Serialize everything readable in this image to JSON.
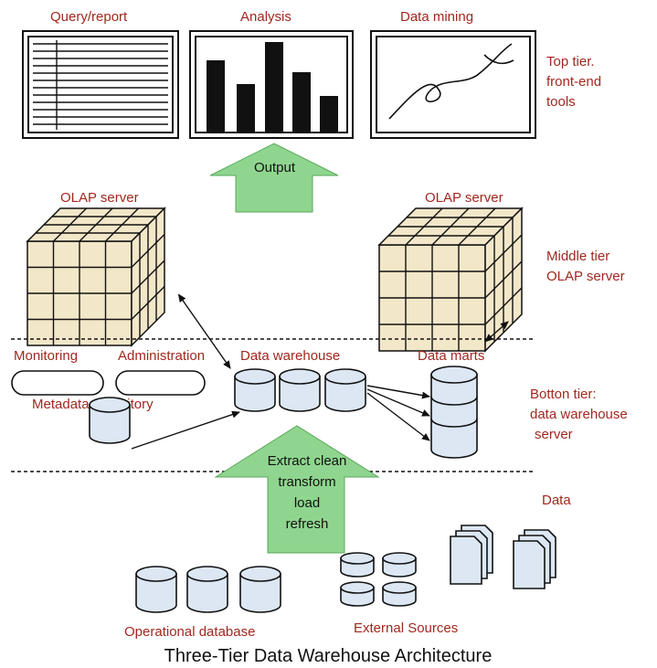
{
  "top_tier": {
    "query_report": "Query/report",
    "analysis": "Analysis",
    "data_mining": "Data mining",
    "tier_label": [
      "Top tier.",
      "front-end",
      "tools"
    ]
  },
  "output_label": "Output",
  "middle_tier": {
    "olap_left": "OLAP server",
    "olap_right": "OLAP server",
    "tier_label": [
      "Middle tier",
      "OLAP server"
    ]
  },
  "bottom_tier": {
    "monitoring": "Monitoring",
    "administration": "Administration",
    "data_warehouse": "Data warehouse",
    "data_marts": "Data marts",
    "metadata_repository": "Metadata repository",
    "tier_label": [
      "Botton tier:",
      "data warehouse",
      "server"
    ]
  },
  "etl_label": [
    "Extract clean",
    "transform",
    "load",
    "refresh"
  ],
  "sources": {
    "operational_database": "Operational database",
    "external_sources": "External Sources",
    "data": "Data"
  },
  "caption": "Three-Tier Data Warehouse Architecture",
  "colors": {
    "label_red": "#a1281f",
    "cube_fill": "#f3e7c9",
    "cylinder_fill": "#dce7f3",
    "arrow_fill": "#8fd58f",
    "doc_fill": "#dce7f3"
  }
}
